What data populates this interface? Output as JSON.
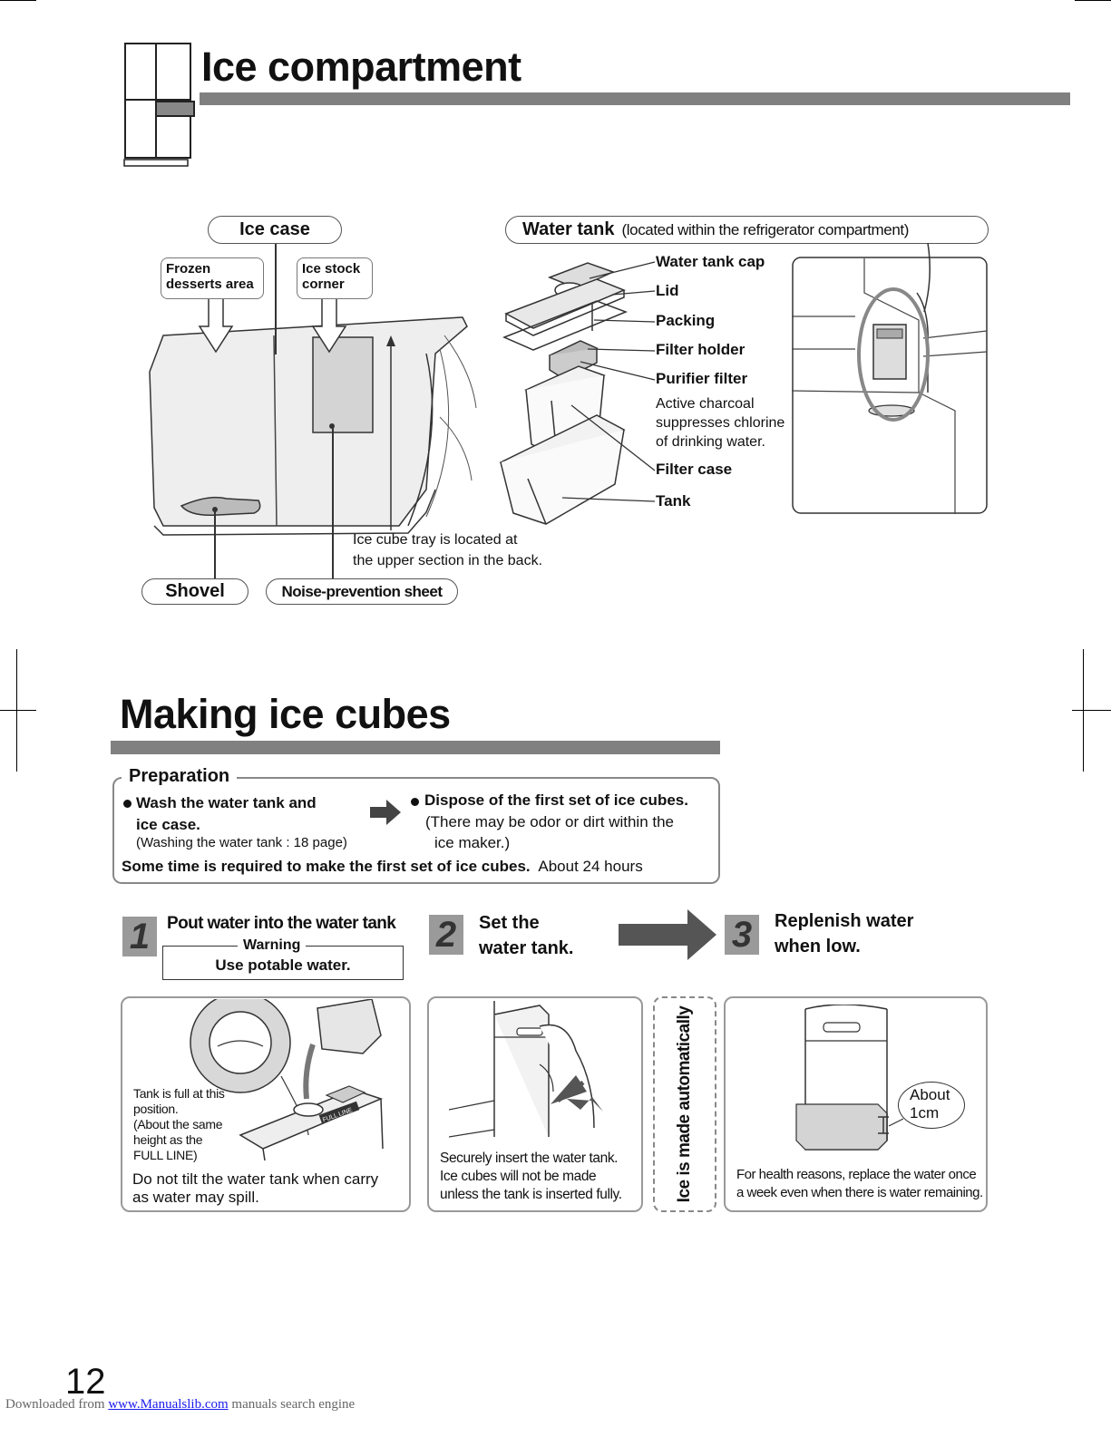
{
  "ice_compartment": {
    "title": "Ice compartment",
    "ice_case_label": "Ice case",
    "frozen_desserts": [
      "Frozen",
      "desserts area"
    ],
    "ice_stock": [
      "Ice stock",
      "corner"
    ],
    "shovel_label": "Shovel",
    "noise_sheet_label": "Noise-prevention sheet",
    "tray_note": [
      "Ice cube tray is located at",
      "the upper section in the back."
    ],
    "water_tank_label": "Water tank",
    "water_tank_note": "(located within the refrigerator compartment)",
    "parts": {
      "cap": "Water tank cap",
      "lid": "Lid",
      "packing": "Packing",
      "filter_holder": "Filter holder",
      "purifier_filter": "Purifier filter",
      "purifier_desc": [
        "Active charcoal",
        "suppresses chlorine",
        "of drinking water."
      ],
      "filter_case": "Filter case",
      "tank": "Tank"
    }
  },
  "making_ice": {
    "title": "Making ice cubes",
    "preparation": {
      "title": "Preparation",
      "item1": [
        "Wash the water tank and",
        "ice case."
      ],
      "item1_note": "(Washing the water tank : 18 page)",
      "item2": "Dispose of the first set of ice cubes.",
      "item2_note": [
        "(There may be odor or dirt within the",
        "ice maker.)"
      ],
      "time_note": "Some time is required to make the first set of ice cubes.",
      "time_value": "About 24 hours"
    },
    "steps": [
      {
        "num": "1",
        "title": "Pout water into the water tank",
        "warning_title": "Warning",
        "warning_text": "Use potable water."
      },
      {
        "num": "2",
        "title": [
          "Set the",
          "water tank."
        ]
      },
      {
        "num": "3",
        "title": [
          "Replenish water",
          "when low."
        ]
      }
    ],
    "panel1": {
      "full_note": [
        "Tank is full at this",
        "position.",
        "(About the same",
        "height as the",
        "FULL LINE)"
      ],
      "full_line": "FULL LINE",
      "caption": [
        "Do not tilt the water tank when carry",
        "as water may spill."
      ]
    },
    "panel2": {
      "caption": [
        "Securely insert the water tank.",
        "Ice cubes will not be made",
        "unless the tank is inserted fully."
      ]
    },
    "auto_note": "Ice is made automatically",
    "panel3": {
      "about": [
        "About",
        "1cm"
      ],
      "caption": [
        "For health reasons, replace the water once",
        "a week even when there is water remaining."
      ]
    }
  },
  "footer": {
    "page_number": "12",
    "downloaded": "Downloaded from",
    "link": "www.Manualslib.com",
    "engine": "manuals search engine"
  }
}
